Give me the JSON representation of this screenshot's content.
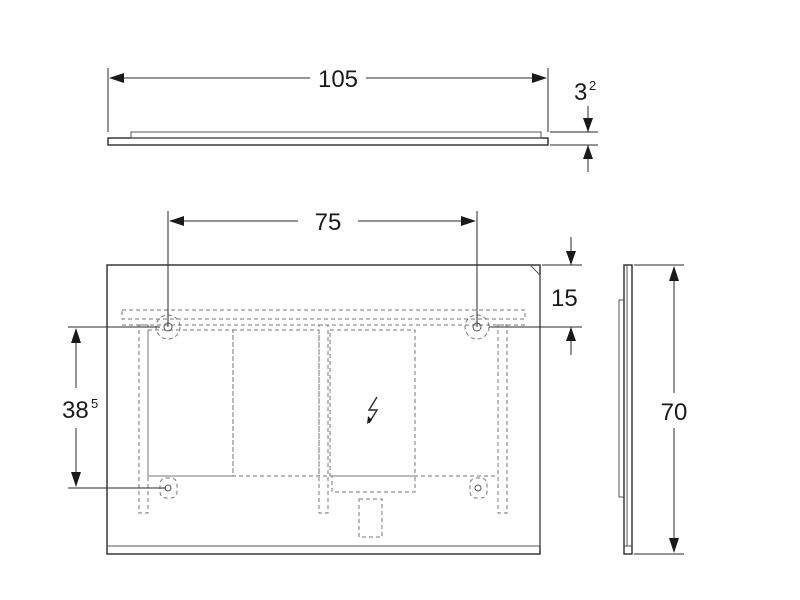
{
  "dimensions": {
    "width": {
      "main": "105"
    },
    "thickness": {
      "main": "3",
      "sup": "2"
    },
    "hole_spacing": {
      "main": "75"
    },
    "top_offset": {
      "main": "15"
    },
    "hole_vertical": {
      "main": "38",
      "sup": "5"
    },
    "height": {
      "main": "70"
    }
  },
  "icons": {
    "power": "electric-power-icon"
  }
}
